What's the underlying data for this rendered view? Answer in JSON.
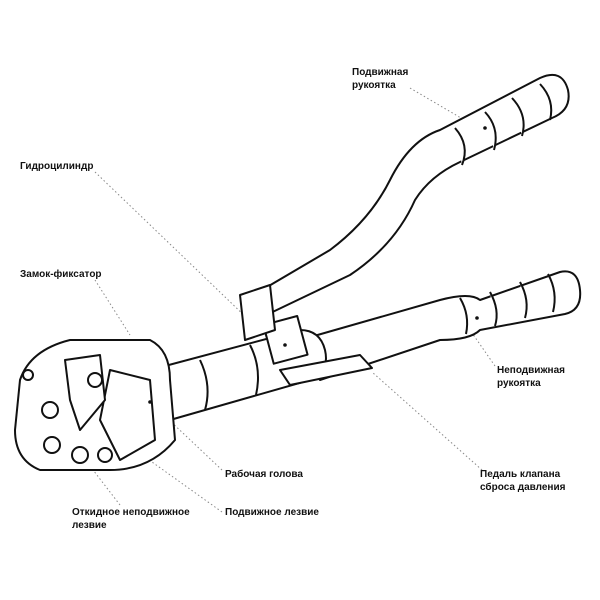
{
  "labels": {
    "movable_handle": [
      "Подвижная",
      "рукоятка"
    ],
    "hydraulic_cylinder": "Гидроцилиндр",
    "lock": "Замок-фиксатор",
    "fixed_handle": [
      "Неподвижная",
      "рукоятка"
    ],
    "working_head": "Рабочая голова",
    "release_pedal": [
      "Педаль клапана",
      "сброса давления"
    ],
    "fixed_blade": [
      "Откидное неподвижное",
      "лезвие"
    ],
    "movable_blade": "Подвижное лезвие"
  }
}
